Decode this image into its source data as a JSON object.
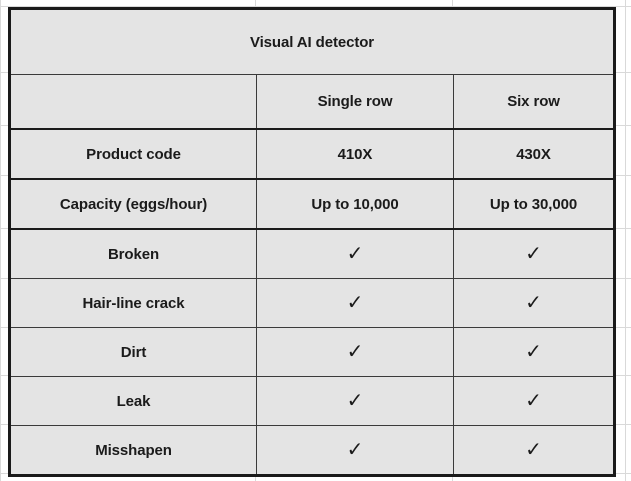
{
  "table": {
    "title": "Visual AI detector",
    "corner_label": "",
    "columns": [
      "Single row",
      "Six row"
    ],
    "check_glyph": "✓",
    "spec_rows": [
      {
        "label": "Product code",
        "values": [
          "410X",
          "430X"
        ]
      },
      {
        "label": "Capacity (eggs/hour)",
        "values": [
          "Up to 10,000",
          "Up to 30,000"
        ]
      }
    ],
    "feature_rows": [
      {
        "label": "Broken",
        "values": [
          "✓",
          "✓"
        ]
      },
      {
        "label": "Hair-line crack",
        "values": [
          "✓",
          "✓"
        ]
      },
      {
        "label": "Dirt",
        "values": [
          "✓",
          "✓"
        ]
      },
      {
        "label": "Leak",
        "values": [
          "✓",
          "✓"
        ]
      },
      {
        "label": "Misshapen",
        "values": [
          "✓",
          "✓"
        ]
      }
    ]
  },
  "colors": {
    "cell_fill": "#e4e4e4",
    "outer_border": "#1a1a1a",
    "inner_border": "#3a3a3a",
    "text": "#1b1b1b",
    "page_background": "#ffffff",
    "sheet_gridline": "#d9d9d9"
  }
}
